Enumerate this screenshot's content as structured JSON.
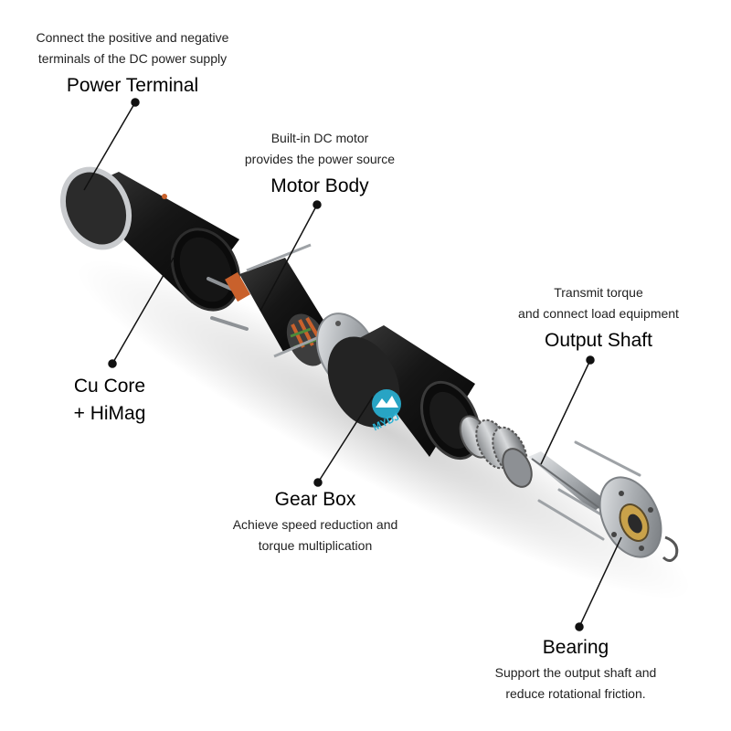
{
  "labels": {
    "power_terminal": {
      "desc": [
        "Connect the positive and negative",
        "terminals of the DC power supply"
      ],
      "title": "Power Terminal"
    },
    "motor_body": {
      "desc": [
        "Built-in DC motor",
        "provides the power source"
      ],
      "title": "Motor Body"
    },
    "cu_core": {
      "title_lines": [
        "Cu Core",
        "+ HiMag"
      ]
    },
    "output_shaft": {
      "desc": [
        "Transmit torque",
        "and connect load equipment"
      ],
      "title": "Output Shaft"
    },
    "gear_box": {
      "title": "Gear Box",
      "desc": [
        "Achieve speed reduction and",
        "torque multiplication"
      ]
    },
    "bearing": {
      "title": "Bearing",
      "desc": [
        "Support the output shaft and",
        "reduce rotational friction."
      ]
    }
  },
  "logo_text": "MYDJ",
  "colors": {
    "housing": "#1c1c1c",
    "metal": "#b9bcbf",
    "copper": "#c9612c",
    "accent": "#29b3d6",
    "leader_line": "#111111"
  }
}
